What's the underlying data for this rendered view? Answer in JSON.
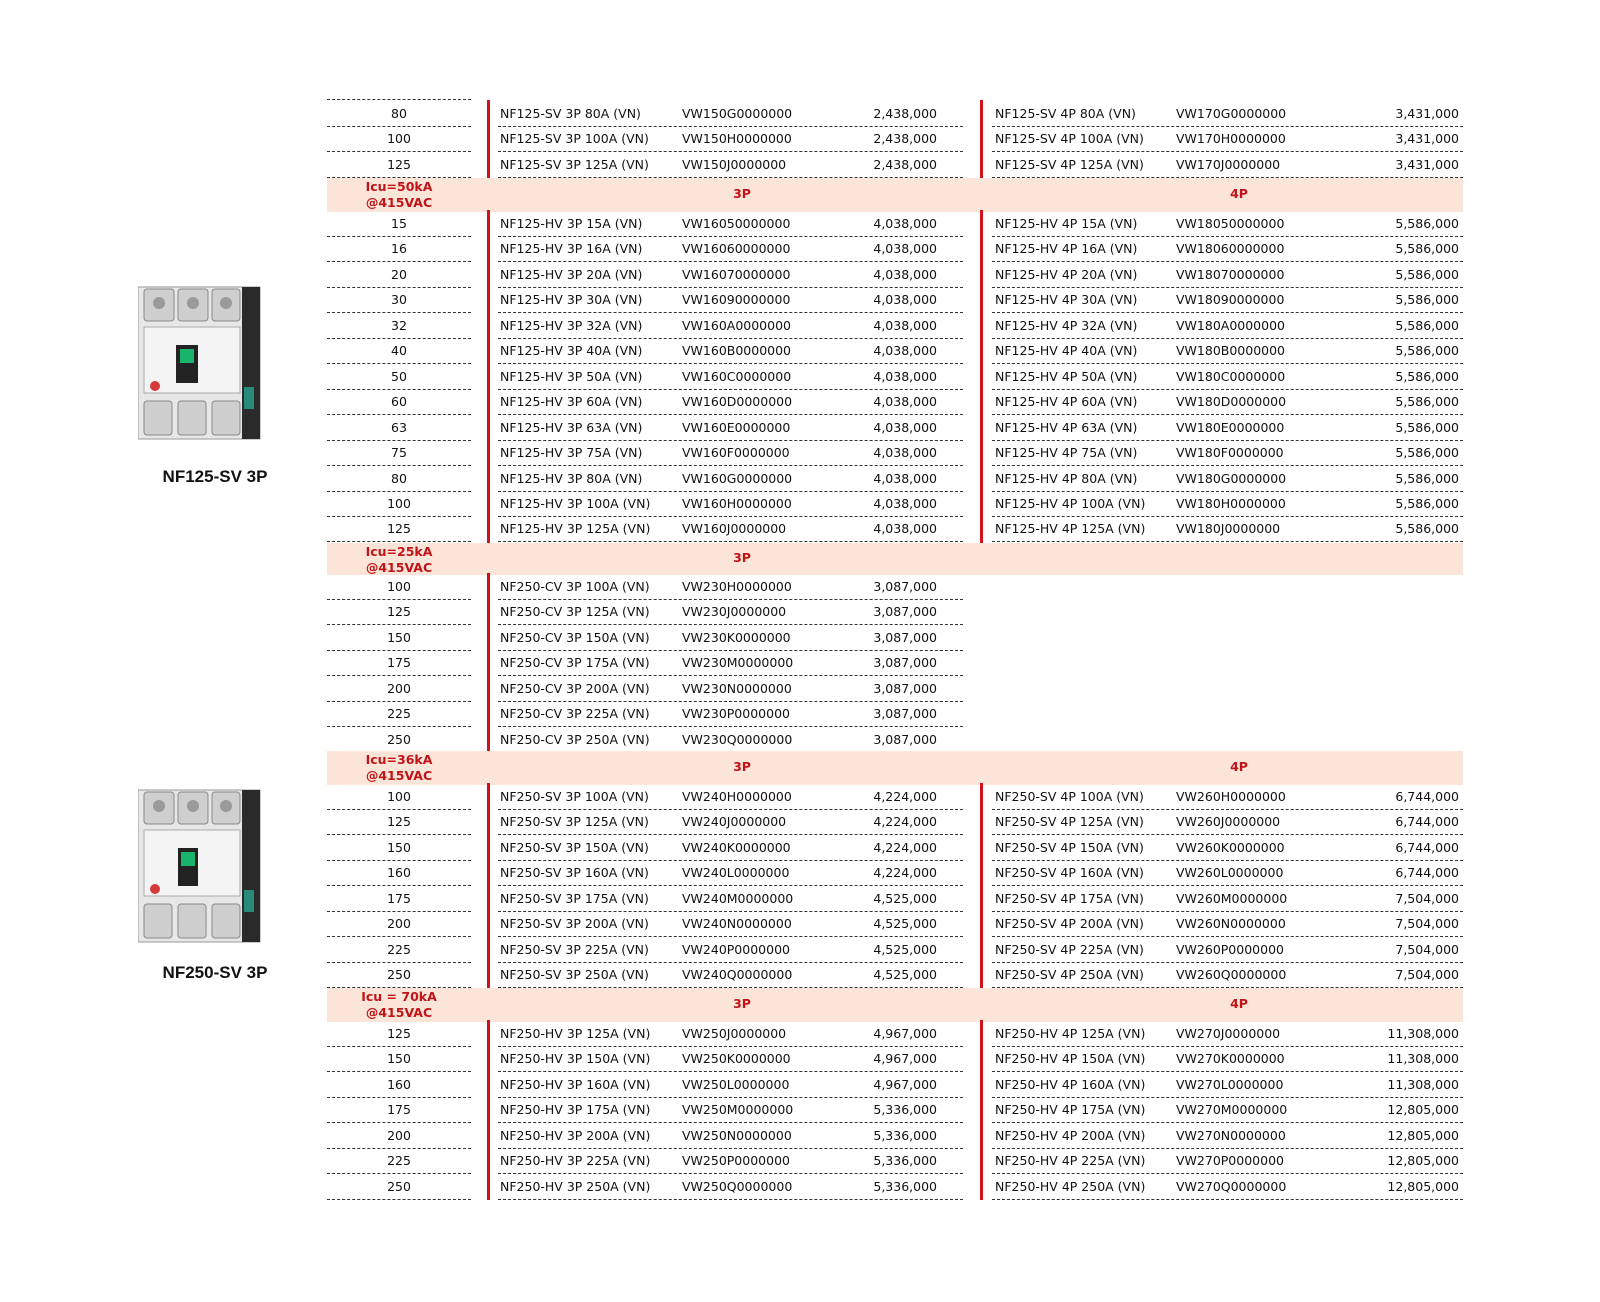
{
  "products": [
    {
      "name": "NF125-SV 3P",
      "image": "nf125-sv-3p-breaker-photo"
    },
    {
      "name": "NF250-SV 3P",
      "image": "nf250-sv-3p-breaker-photo"
    }
  ],
  "sections": [
    {
      "band": null,
      "rows": [
        {
          "amp": "80",
          "m3": "NF125-SV 3P 80A (VN)",
          "c3": "VW150G0000000",
          "p3": "2,438,000",
          "m4": "NF125-SV 4P 80A (VN)",
          "c4": "VW170G0000000",
          "p4": "3,431,000"
        },
        {
          "amp": "100",
          "m3": "NF125-SV 3P 100A (VN)",
          "c3": "VW150H0000000",
          "p3": "2,438,000",
          "m4": "NF125-SV 4P 100A (VN)",
          "c4": "VW170H0000000",
          "p4": "3,431,000"
        },
        {
          "amp": "125",
          "m3": "NF125-SV 3P 125A (VN)",
          "c3": "VW150J0000000",
          "p3": "2,438,000",
          "m4": "NF125-SV 4P 125A (VN)",
          "c4": "VW170J0000000",
          "p4": "3,431,000"
        }
      ]
    },
    {
      "band": {
        "icu": "Icu=50kA\n@415VAC",
        "label3": "3P",
        "label4": "4P"
      },
      "rows": [
        {
          "amp": "15",
          "m3": "NF125-HV 3P 15A (VN)",
          "c3": "VW16050000000",
          "p3": "4,038,000",
          "m4": "NF125-HV 4P 15A (VN)",
          "c4": "VW18050000000",
          "p4": "5,586,000"
        },
        {
          "amp": "16",
          "m3": "NF125-HV 3P 16A (VN)",
          "c3": "VW16060000000",
          "p3": "4,038,000",
          "m4": "NF125-HV 4P 16A (VN)",
          "c4": "VW18060000000",
          "p4": "5,586,000"
        },
        {
          "amp": "20",
          "m3": "NF125-HV 3P 20A (VN)",
          "c3": "VW16070000000",
          "p3": "4,038,000",
          "m4": "NF125-HV 4P 20A (VN)",
          "c4": "VW18070000000",
          "p4": "5,586,000"
        },
        {
          "amp": "30",
          "m3": "NF125-HV 3P 30A (VN)",
          "c3": "VW16090000000",
          "p3": "4,038,000",
          "m4": "NF125-HV 4P 30A (VN)",
          "c4": "VW18090000000",
          "p4": "5,586,000"
        },
        {
          "amp": "32",
          "m3": "NF125-HV 3P 32A (VN)",
          "c3": "VW160A0000000",
          "p3": "4,038,000",
          "m4": "NF125-HV 4P 32A (VN)",
          "c4": "VW180A0000000",
          "p4": "5,586,000"
        },
        {
          "amp": "40",
          "m3": "NF125-HV 3P 40A (VN)",
          "c3": "VW160B0000000",
          "p3": "4,038,000",
          "m4": "NF125-HV 4P 40A (VN)",
          "c4": "VW180B0000000",
          "p4": "5,586,000"
        },
        {
          "amp": "50",
          "m3": "NF125-HV 3P 50A (VN)",
          "c3": "VW160C0000000",
          "p3": "4,038,000",
          "m4": "NF125-HV 4P 50A (VN)",
          "c4": "VW180C0000000",
          "p4": "5,586,000"
        },
        {
          "amp": "60",
          "m3": "NF125-HV 3P 60A (VN)",
          "c3": "VW160D0000000",
          "p3": "4,038,000",
          "m4": "NF125-HV 4P 60A (VN)",
          "c4": "VW180D0000000",
          "p4": "5,586,000"
        },
        {
          "amp": "63",
          "m3": "NF125-HV 3P 63A (VN)",
          "c3": "VW160E0000000",
          "p3": "4,038,000",
          "m4": "NF125-HV 4P 63A (VN)",
          "c4": "VW180E0000000",
          "p4": "5,586,000"
        },
        {
          "amp": "75",
          "m3": "NF125-HV 3P 75A (VN)",
          "c3": "VW160F0000000",
          "p3": "4,038,000",
          "m4": "NF125-HV 4P 75A (VN)",
          "c4": "VW180F0000000",
          "p4": "5,586,000"
        },
        {
          "amp": "80",
          "m3": "NF125-HV 3P 80A (VN)",
          "c3": "VW160G0000000",
          "p3": "4,038,000",
          "m4": "NF125-HV 4P 80A (VN)",
          "c4": "VW180G0000000",
          "p4": "5,586,000"
        },
        {
          "amp": "100",
          "m3": "NF125-HV 3P 100A (VN)",
          "c3": "VW160H0000000",
          "p3": "4,038,000",
          "m4": "NF125-HV 4P 100A (VN)",
          "c4": "VW180H0000000",
          "p4": "5,586,000"
        },
        {
          "amp": "125",
          "m3": "NF125-HV 3P 125A (VN)",
          "c3": "VW160J0000000",
          "p3": "4,038,000",
          "m4": "NF125-HV 4P 125A (VN)",
          "c4": "VW180J0000000",
          "p4": "5,586,000"
        }
      ]
    },
    {
      "band": {
        "icu": "Icu=25kA\n@415VAC",
        "label3": "3P",
        "label4": ""
      },
      "rows": [
        {
          "amp": "100",
          "m3": "NF250-CV 3P 100A (VN)",
          "c3": "VW230H0000000",
          "p3": "3,087,000"
        },
        {
          "amp": "125",
          "m3": "NF250-CV 3P 125A (VN)",
          "c3": "VW230J0000000",
          "p3": "3,087,000"
        },
        {
          "amp": "150",
          "m3": "NF250-CV 3P 150A (VN)",
          "c3": "VW230K0000000",
          "p3": "3,087,000"
        },
        {
          "amp": "175",
          "m3": "NF250-CV 3P 175A (VN)",
          "c3": "VW230M0000000",
          "p3": "3,087,000"
        },
        {
          "amp": "200",
          "m3": "NF250-CV 3P 200A (VN)",
          "c3": "VW230N0000000",
          "p3": "3,087,000"
        },
        {
          "amp": "225",
          "m3": "NF250-CV 3P 225A (VN)",
          "c3": "VW230P0000000",
          "p3": "3,087,000"
        },
        {
          "amp": "250",
          "m3": "NF250-CV 3P 250A (VN)",
          "c3": "VW230Q0000000",
          "p3": "3,087,000"
        }
      ]
    },
    {
      "band": {
        "icu": "Icu=36kA\n@415VAC",
        "label3": "3P",
        "label4": "4P"
      },
      "rows": [
        {
          "amp": "100",
          "m3": "NF250-SV 3P 100A (VN)",
          "c3": "VW240H0000000",
          "p3": "4,224,000",
          "m4": "NF250-SV 4P 100A (VN)",
          "c4": "VW260H0000000",
          "p4": "6,744,000"
        },
        {
          "amp": "125",
          "m3": "NF250-SV 3P 125A (VN)",
          "c3": "VW240J0000000",
          "p3": "4,224,000",
          "m4": "NF250-SV 4P 125A (VN)",
          "c4": "VW260J0000000",
          "p4": "6,744,000"
        },
        {
          "amp": "150",
          "m3": "NF250-SV 3P 150A (VN)",
          "c3": "VW240K0000000",
          "p3": "4,224,000",
          "m4": "NF250-SV 4P 150A (VN)",
          "c4": "VW260K0000000",
          "p4": "6,744,000"
        },
        {
          "amp": "160",
          "m3": "NF250-SV 3P 160A (VN)",
          "c3": "VW240L0000000",
          "p3": "4,224,000",
          "m4": "NF250-SV 4P 160A (VN)",
          "c4": "VW260L0000000",
          "p4": "6,744,000"
        },
        {
          "amp": "175",
          "m3": "NF250-SV 3P 175A (VN)",
          "c3": "VW240M0000000",
          "p3": "4,525,000",
          "m4": "NF250-SV 4P 175A (VN)",
          "c4": "VW260M0000000",
          "p4": "7,504,000"
        },
        {
          "amp": "200",
          "m3": "NF250-SV 3P 200A (VN)",
          "c3": "VW240N0000000",
          "p3": "4,525,000",
          "m4": "NF250-SV 4P 200A (VN)",
          "c4": "VW260N0000000",
          "p4": "7,504,000"
        },
        {
          "amp": "225",
          "m3": "NF250-SV 3P 225A (VN)",
          "c3": "VW240P0000000",
          "p3": "4,525,000",
          "m4": "NF250-SV 4P 225A (VN)",
          "c4": "VW260P0000000",
          "p4": "7,504,000"
        },
        {
          "amp": "250",
          "m3": "NF250-SV 3P 250A (VN)",
          "c3": "VW240Q0000000",
          "p3": "4,525,000",
          "m4": "NF250-SV 4P 250A (VN)",
          "c4": "VW260Q0000000",
          "p4": "7,504,000"
        }
      ]
    },
    {
      "band": {
        "icu": "Icu = 70kA\n@415VAC",
        "label3": "3P",
        "label4": "4P"
      },
      "rows": [
        {
          "amp": "125",
          "m3": "NF250-HV 3P 125A (VN)",
          "c3": "VW250J0000000",
          "p3": "4,967,000",
          "m4": "NF250-HV 4P 125A (VN)",
          "c4": "VW270J0000000",
          "p4": "11,308,000"
        },
        {
          "amp": "150",
          "m3": "NF250-HV 3P 150A (VN)",
          "c3": "VW250K0000000",
          "p3": "4,967,000",
          "m4": "NF250-HV 4P 150A (VN)",
          "c4": "VW270K0000000",
          "p4": "11,308,000"
        },
        {
          "amp": "160",
          "m3": "NF250-HV 3P 160A (VN)",
          "c3": "VW250L0000000",
          "p3": "4,967,000",
          "m4": "NF250-HV 4P 160A (VN)",
          "c4": "VW270L0000000",
          "p4": "11,308,000"
        },
        {
          "amp": "175",
          "m3": "NF250-HV 3P 175A (VN)",
          "c3": "VW250M0000000",
          "p3": "5,336,000",
          "m4": "NF250-HV 4P 175A (VN)",
          "c4": "VW270M0000000",
          "p4": "12,805,000"
        },
        {
          "amp": "200",
          "m3": "NF250-HV 3P 200A (VN)",
          "c3": "VW250N0000000",
          "p3": "5,336,000",
          "m4": "NF250-HV 4P 200A (VN)",
          "c4": "VW270N0000000",
          "p4": "12,805,000"
        },
        {
          "amp": "225",
          "m3": "NF250-HV 3P 225A (VN)",
          "c3": "VW250P0000000",
          "p3": "5,336,000",
          "m4": "NF250-HV 4P 225A (VN)",
          "c4": "VW270P0000000",
          "p4": "12,805,000"
        },
        {
          "amp": "250",
          "m3": "NF250-HV 3P 250A (VN)",
          "c3": "VW250Q0000000",
          "p3": "5,336,000",
          "m4": "NF250-HV 4P 250A (VN)",
          "c4": "VW270Q0000000",
          "p4": "12,805,000"
        }
      ]
    }
  ],
  "colors": {
    "accent_red": "#d0111a",
    "band_bg": "#fbe4d8",
    "band_text": "#c01418"
  }
}
